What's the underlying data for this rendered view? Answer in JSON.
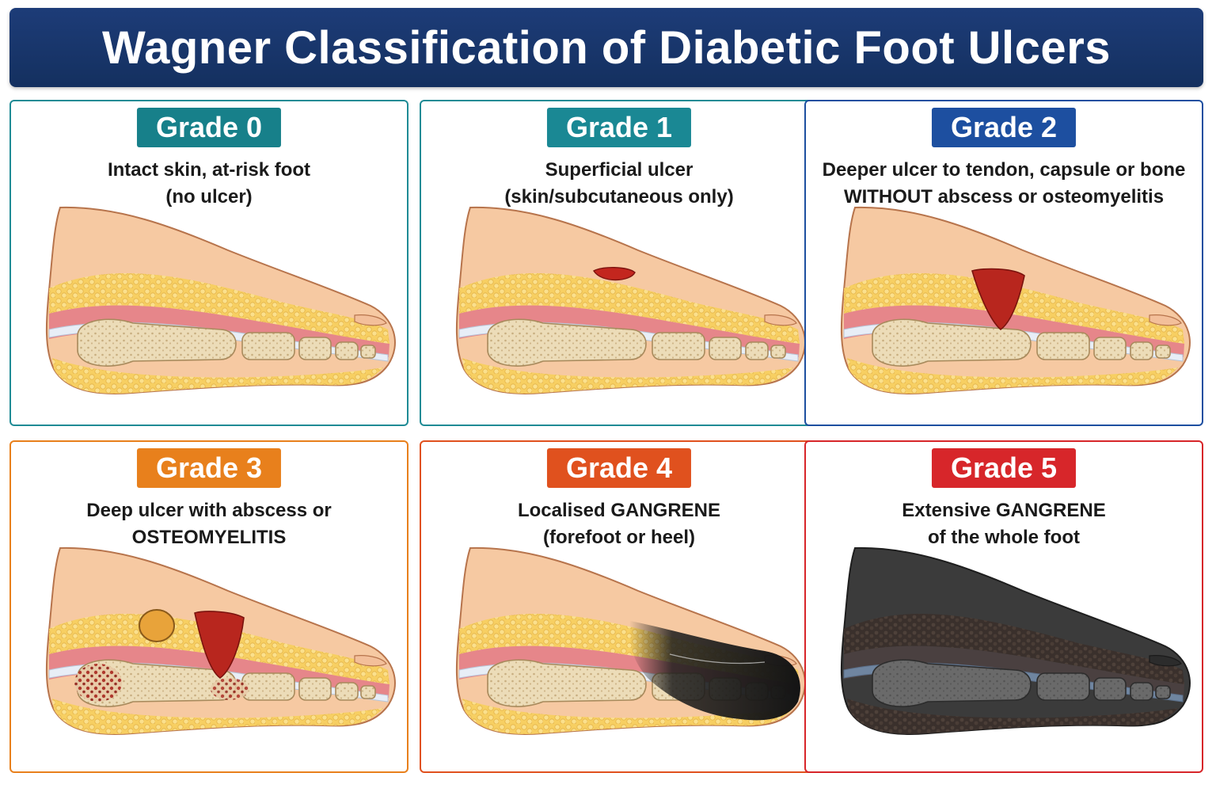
{
  "title": "Wagner Classification of Diabetic Foot Ulcers",
  "colors": {
    "title_bg": "#1a3a74",
    "grade0": "#17808a",
    "grade1": "#1a8894",
    "grade2": "#1d4fa0",
    "grade3": "#e8801c",
    "grade4": "#e0511e",
    "grade5": "#d7262a"
  },
  "panels": [
    {
      "grade": "Grade 0",
      "line1": "Intact skin, at-risk foot",
      "line2": "(no ulcer)",
      "icon": "foot-cross-section-healthy"
    },
    {
      "grade": "Grade 1",
      "line1": "Superficial ulcer",
      "line2": "(skin/subcutaneous only)",
      "icon": "foot-cross-section-superficial-ulcer"
    },
    {
      "grade": "Grade 2",
      "line1": "Deeper ulcer to tendon, capsule or bone",
      "line2": "WITHOUT abscess or osteomyelitis",
      "icon": "foot-cross-section-deep-ulcer"
    },
    {
      "grade": "Grade 3",
      "line1": "Deep ulcer with abscess or",
      "line2": "OSTEOMYELITIS",
      "icon": "foot-cross-section-abscess-osteomyelitis"
    },
    {
      "grade": "Grade 4",
      "line1": "Localised GANGRENE",
      "line2": "(forefoot or heel)",
      "icon": "foot-cross-section-localised-gangrene"
    },
    {
      "grade": "Grade 5",
      "line1": "Extensive GANGRENE",
      "line2": "of the whole foot",
      "icon": "foot-cross-section-extensive-gangrene"
    }
  ]
}
